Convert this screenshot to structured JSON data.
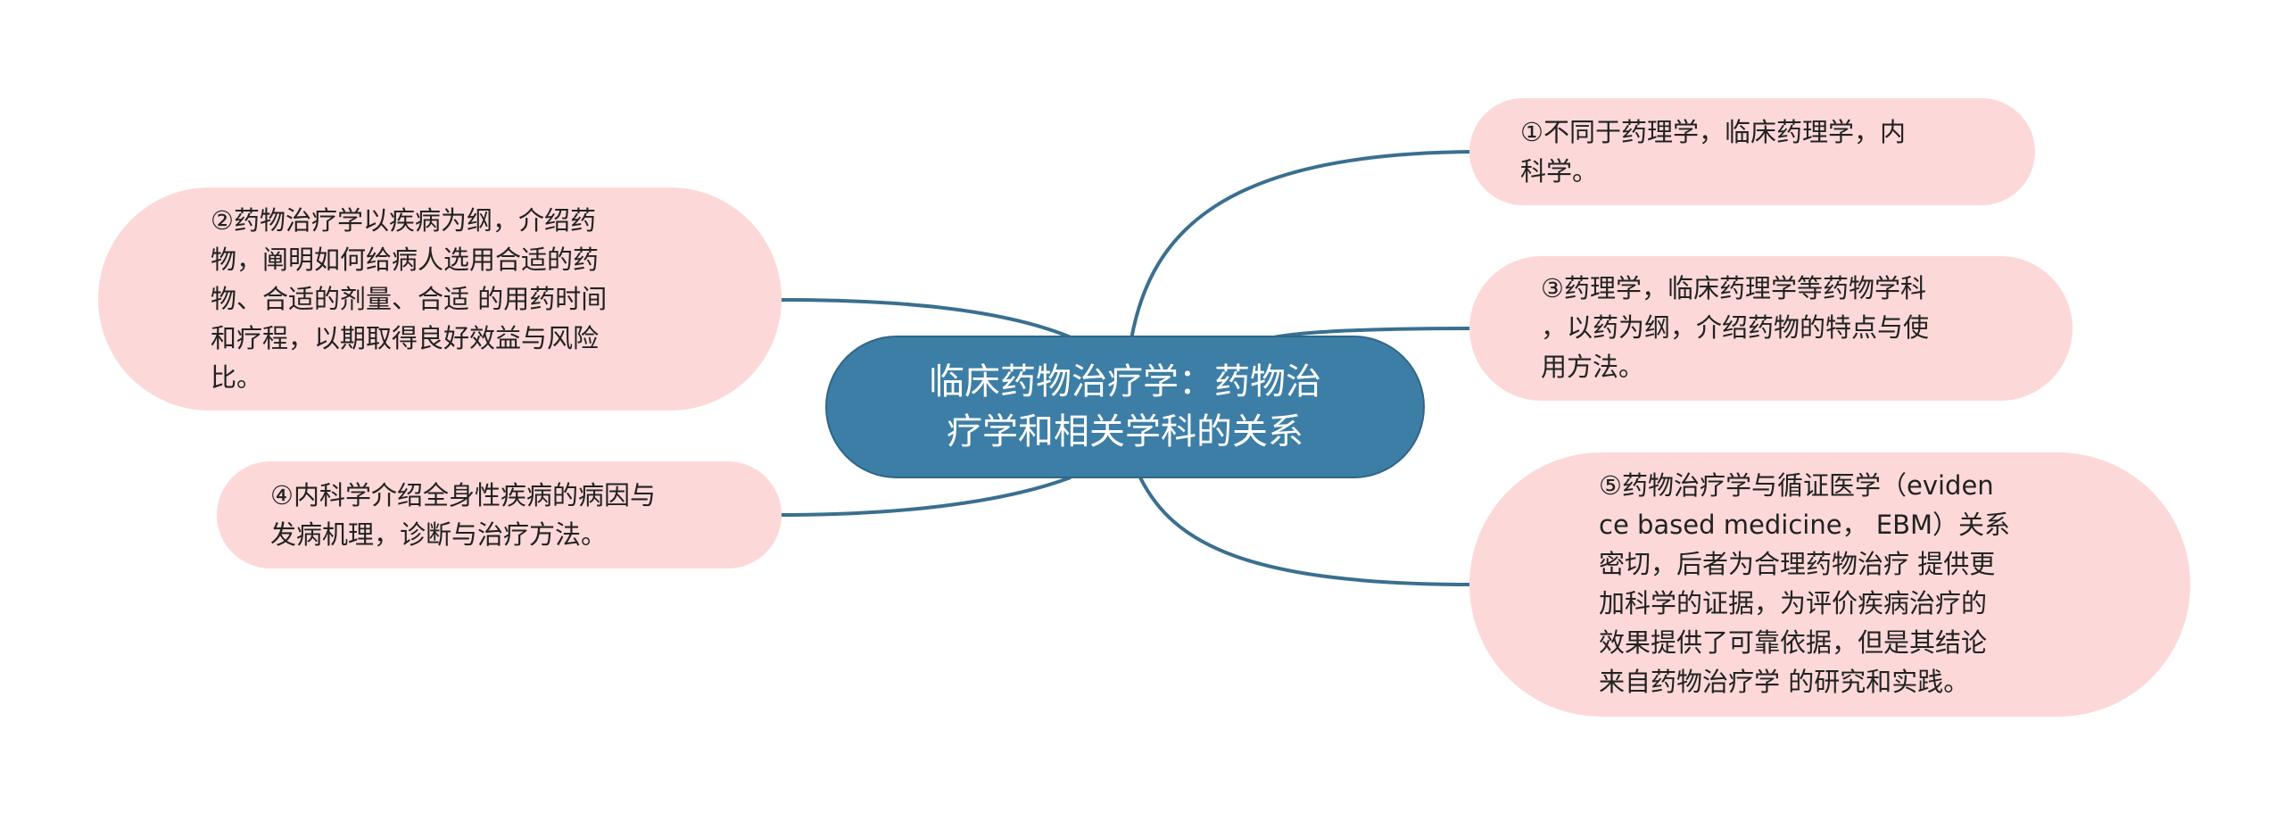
{
  "central_topic": "临床药物治疗学：药物治\n疗学和相关学科的关系",
  "branches": {
    "b1": "①不同于药理学，临床药理学，内\n科学。",
    "b2": "②药物治疗学以疾病为纲，介绍药\n物，阐明如何给病人选用合适的药\n物、合适的剂量、合适 的用药时间\n和疗程，以期取得良好效益与风险\n比。",
    "b3": "③药理学，临床药理学等药物学科\n，以药为纲，介绍药物的特点与使\n用方法。",
    "b4": "④内科学介绍全身性疾病的病因与\n发病机理，诊断与治疗方法。",
    "b5": "⑤药物治疗学与循证医学（eviden\nce based medicine， EBM）关系\n密切，后者为合理药物治疗 提供更\n加科学的证据，为评价疾病治疗的\n效果提供了可靠依据，但是其结论\n来自药物治疗学 的研究和实践。"
  },
  "colors": {
    "central_fill": "#3d7ea6",
    "branch_fill": "#fcd9d8",
    "connector": "#3a6f8f",
    "central_text": "#ffffff",
    "branch_text": "#222222"
  }
}
